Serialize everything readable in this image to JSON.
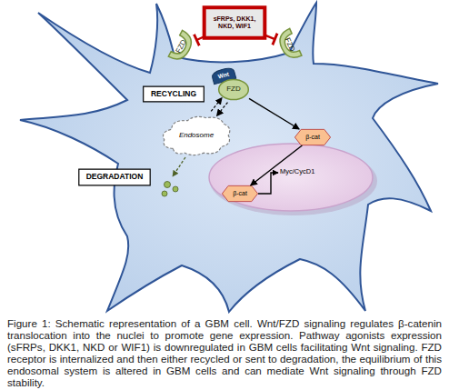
{
  "diagram": {
    "caption": "Figure 1: Schematic representation of a GBM cell. Wnt/FZD signaling regulates β-catenin translocation into the nuclei to promote gene expression. Pathway agonists expression (sFRPs, DKK1, NKD or WIF1) is downregulated in GBM cells facilitating Wnt signaling. FZD receptor is internalized and then either recycled or sent to degradation, the equilibrium of this endosomal system is altered in GBM cells and can mediate Wnt signaling through FZD stability.",
    "nodes": [
      {
        "text": [
          "sFRPs, DKK1, NKD, WIF1"
        ]
      },
      {
        "text": [
          "FZD"
        ]
      },
      {
        "text": [
          "FZD"
        ]
      },
      {
        "text": [
          "Wnt"
        ]
      },
      {
        "text": [
          "FZD"
        ]
      },
      {
        "text": [
          "RECYCLING"
        ]
      },
      {
        "text": [
          "Endosome"
        ]
      },
      {
        "text": [
          "β-cat"
        ]
      },
      {
        "text": [
          "DEGRADATION"
        ]
      },
      {
        "text": [
          "β-cat"
        ]
      }
    ],
    "edges": [
      {
        "from": 0,
        "to": 1,
        "arrow": "to"
      },
      {
        "from": 0,
        "to": 2,
        "arrow": "to"
      },
      {
        "from": 6,
        "to": 4,
        "arrow": "to"
      },
      {
        "from": 4,
        "to": 6,
        "arrow": "to"
      },
      {
        "from": 4,
        "to": 7,
        "arrow": "to"
      },
      {
        "from": 7,
        "to": 9,
        "arrow": "to"
      }
    ],
    "labels": [
      "Myc/CycD1"
    ]
  }
}
